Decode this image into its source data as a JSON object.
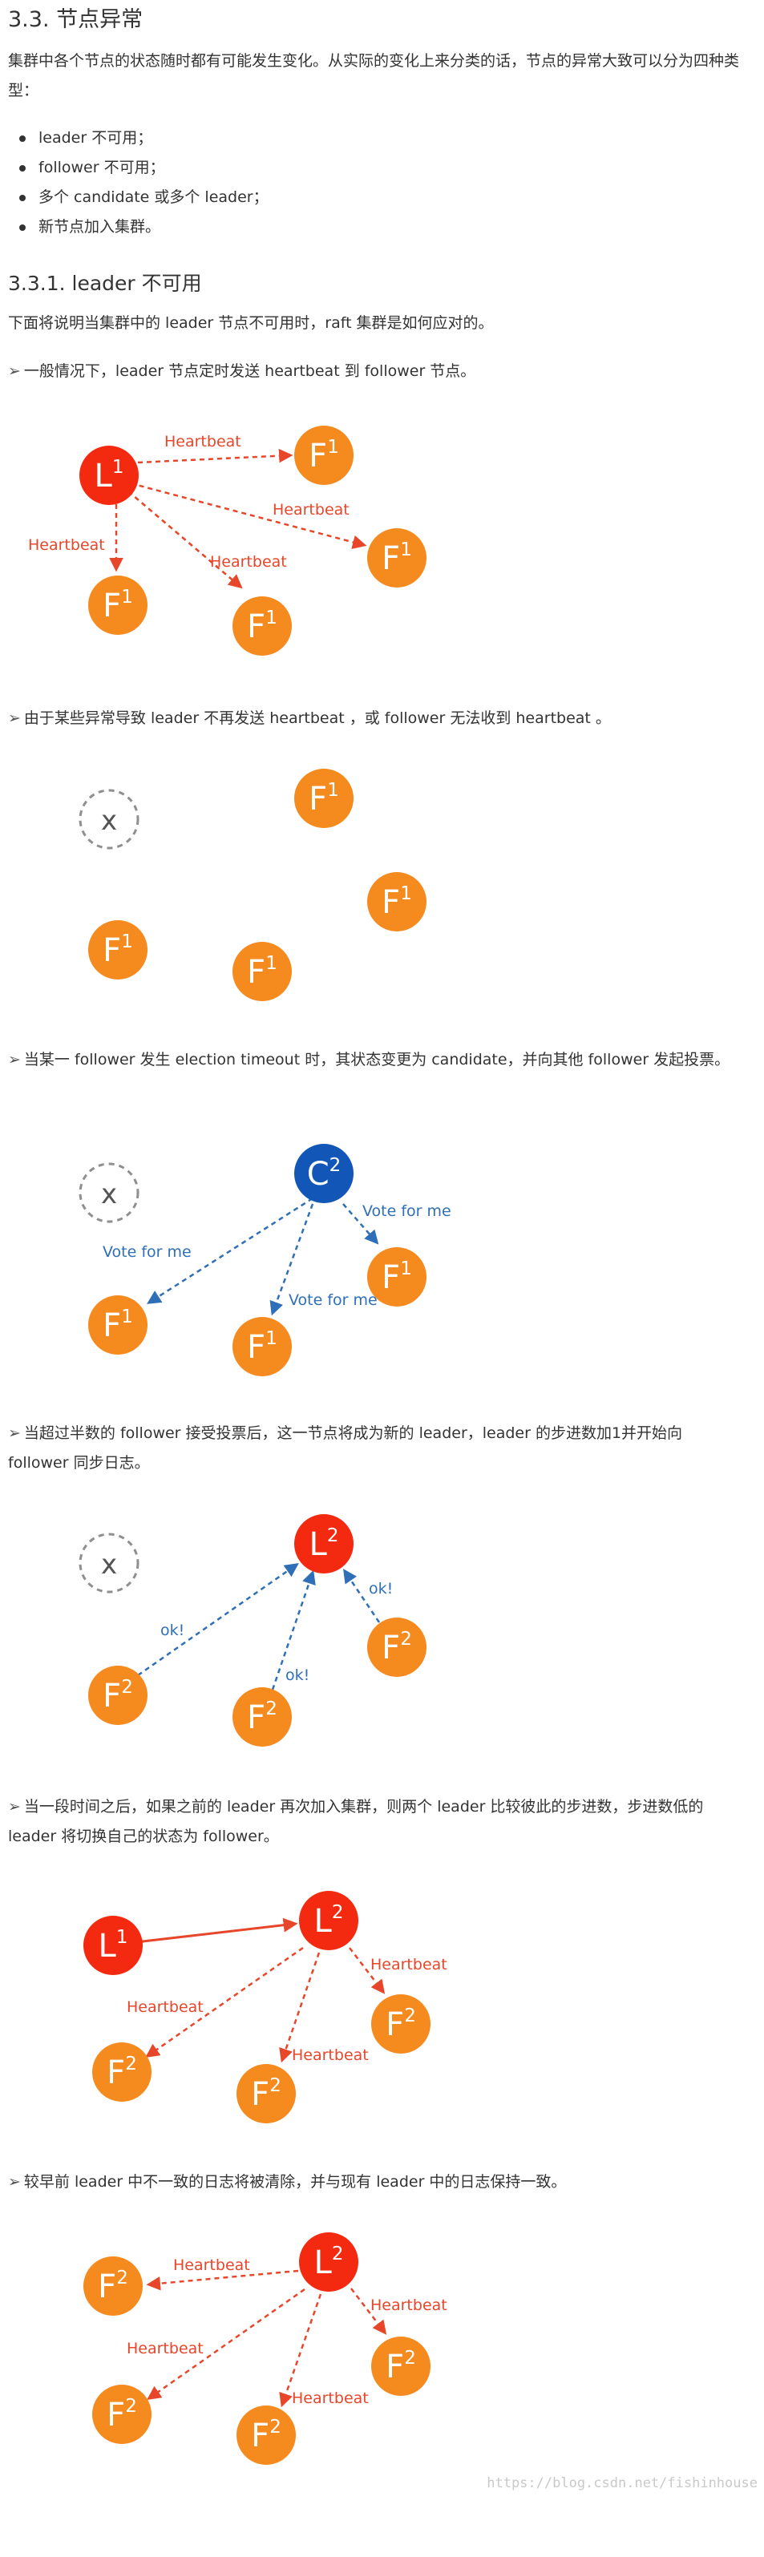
{
  "section": {
    "title": "3.3. 节点异常",
    "intro": "集群中各个节点的状态随时都有可能发生变化。从实际的变化上来分类的话，节点的异常大致可以分为四种类型：",
    "types": [
      "leader 不可用；",
      "follower 不可用；",
      "多个 candidate 或多个 leader；",
      "新节点加入集群。"
    ]
  },
  "subsection": {
    "title": "3.3.1. leader 不可用",
    "intro": "下面将说明当集群中的 leader 节点不可用时，raft 集群是如何应对的。"
  },
  "steps": [
    {
      "marker": "➢",
      "text": "一般情况下，leader 节点定时发送 heartbeat 到 follower 节点。"
    },
    {
      "marker": "➢",
      "text": "由于某些异常导致 leader 不再发送 heartbeat ，或 follower 无法收到 heartbeat 。"
    },
    {
      "marker": "➢",
      "text": "当某一 follower 发生 election timeout 时，其状态变更为 candidate，并向其他 follower 发起投票。"
    },
    {
      "marker": "➢",
      "text": "当超过半数的 follower 接受投票后，这一节点将成为新的 leader，leader 的步进数加1并开始向 follower 同步日志。"
    },
    {
      "marker": "➢",
      "text": "当一段时间之后，如果之前的 leader 再次加入集群，则两个 leader 比较彼此的步进数，步进数低的 leader 将切换自己的状态为 follower。"
    },
    {
      "marker": "➢",
      "text": "较早前 leader 中不一致的日志将被清除，并与现有 leader 中的日志保持一致。"
    }
  ],
  "diagram_labels": {
    "heartbeat": "Heartbeat",
    "vote": "Vote for me",
    "ok": "ok!",
    "down": "x",
    "leader": "L",
    "follower": "F",
    "candidate": "C",
    "term1": "1",
    "term2": "2"
  },
  "colors": {
    "leader": "#f42a10",
    "follower": "#f58a1f",
    "candidate": "#1257b8",
    "heartbeat_arrow": "#e8462a",
    "vote_arrow": "#2f6fb8",
    "down_node": "#8f8f8f"
  },
  "watermark": "https://blog.csdn.net/fishinhouse"
}
